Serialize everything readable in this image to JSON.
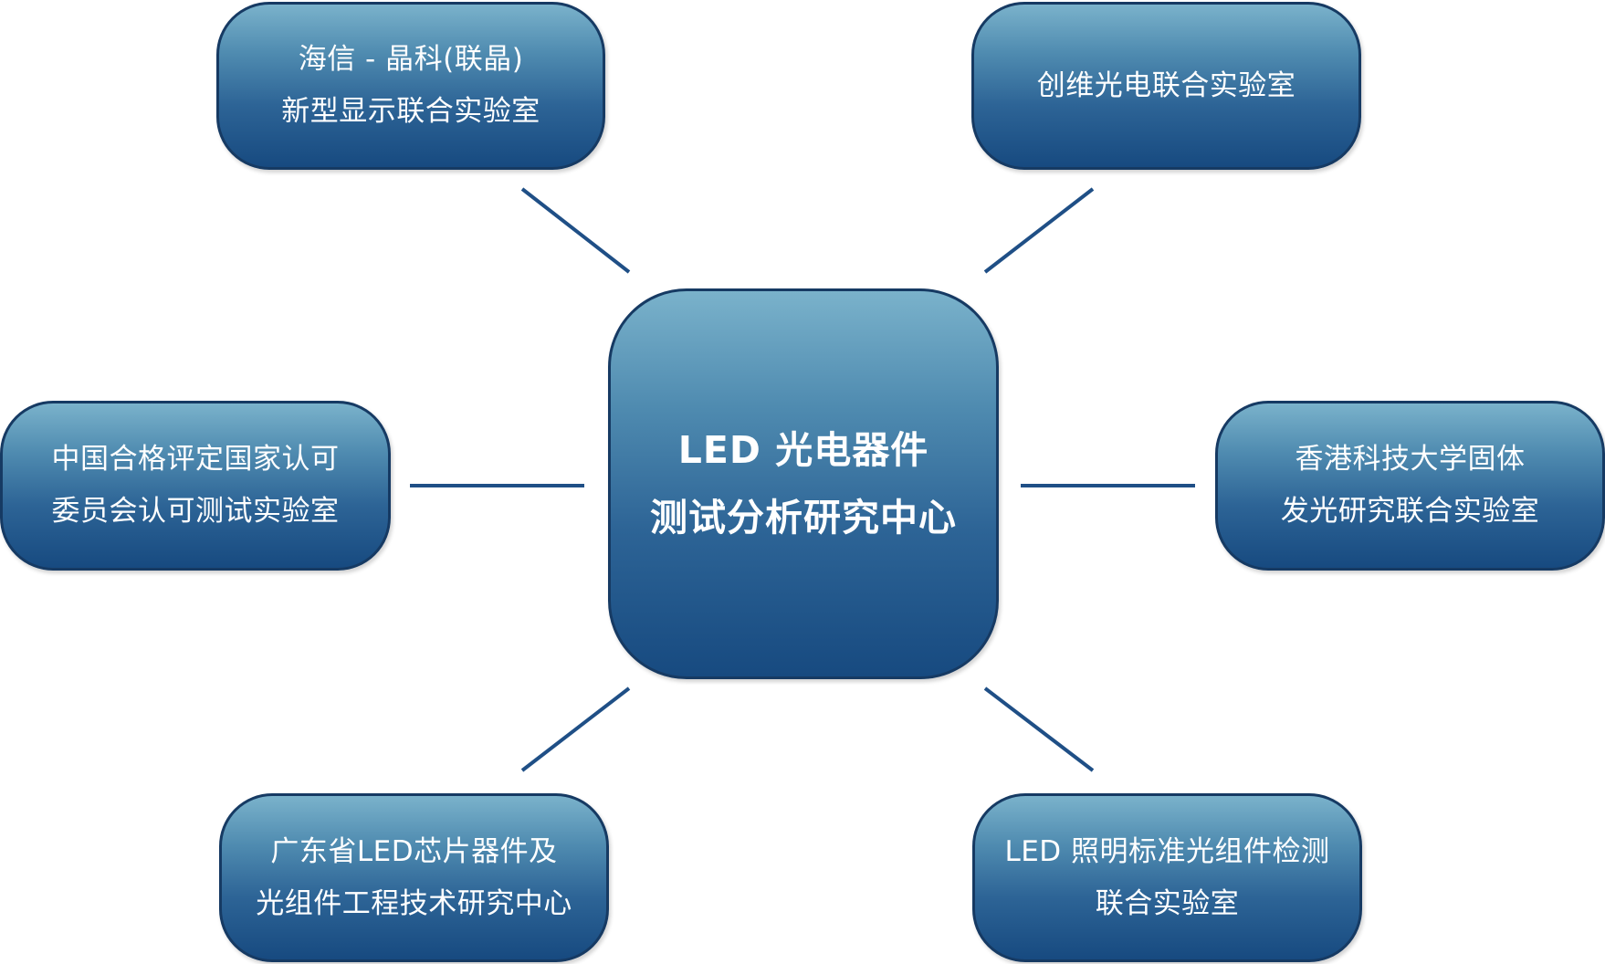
{
  "center": {
    "lines": [
      "LED 光电器件",
      "测试分析研究中心"
    ]
  },
  "satellites": [
    {
      "id": "tl",
      "lines": [
        "海信 - 晶科(联晶)",
        "新型显示联合实验室"
      ]
    },
    {
      "id": "tr",
      "lines": [
        "创维光电联合实验室"
      ]
    },
    {
      "id": "ml",
      "lines": [
        "中国合格评定国家认可",
        "委员会认可测试实验室"
      ]
    },
    {
      "id": "mr",
      "lines": [
        "香港科技大学固体",
        "发光研究联合实验室"
      ]
    },
    {
      "id": "bl",
      "lines": [
        "广东省LED芯片器件及",
        "光组件工程技术研究中心"
      ]
    },
    {
      "id": "br",
      "lines": [
        "LED 照明标准光组件检测",
        "联合实验室"
      ]
    }
  ],
  "colors": {
    "box_top": "#7ab2cb",
    "box_bottom": "#174a80",
    "box_border": "#163a63",
    "connector": "#1f4f86",
    "text": "#ffffff"
  }
}
